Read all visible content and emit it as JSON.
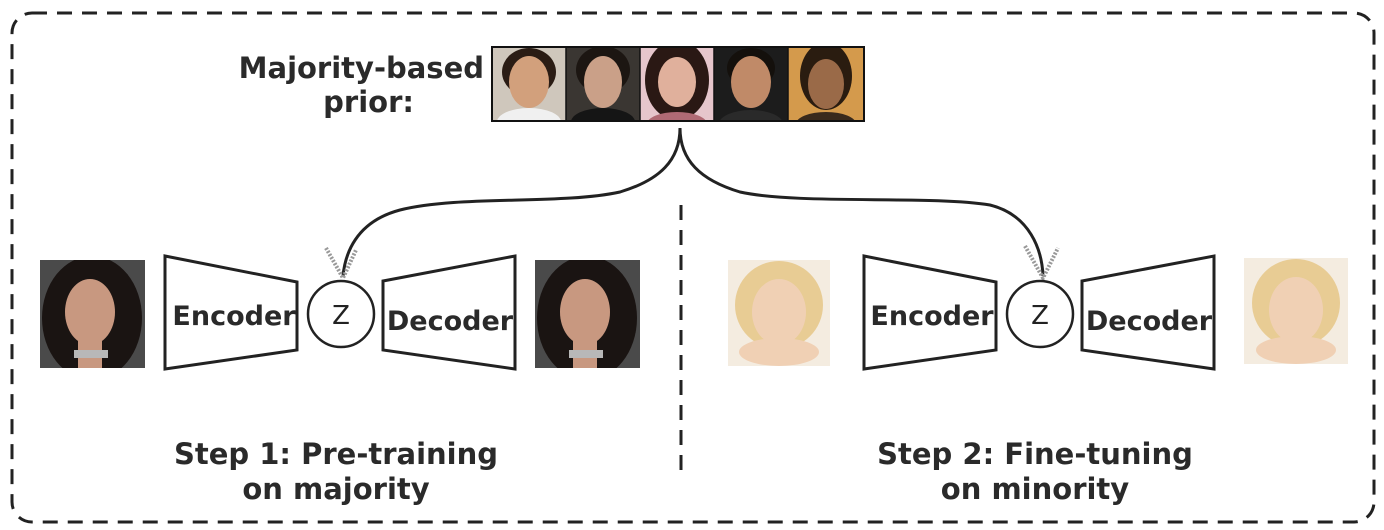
{
  "prior": {
    "label_line1": "Majority-based",
    "label_line2": "prior:",
    "faces": [
      {
        "skin": "#d2a07c",
        "hair": "#2a1c14",
        "bg": "#cfc7bc",
        "clothes": "#f0f0f0"
      },
      {
        "skin": "#caa088",
        "hair": "#1c1612",
        "bg": "#3a3632",
        "clothes": "#151515"
      },
      {
        "skin": "#e0b09c",
        "hair": "#2a1814",
        "bg": "#e6c6cc",
        "clothes": "#b06a74"
      },
      {
        "skin": "#c08a68",
        "hair": "#14100c",
        "bg": "#1c1c1c",
        "clothes": "#2a2a2a"
      },
      {
        "skin": "#9a6a48",
        "hair": "#2a1c10",
        "bg": "#d49a4c",
        "clothes": "#3a2a1c"
      }
    ]
  },
  "step1": {
    "encoder_label": "Encoder",
    "latent_label": "Z",
    "decoder_label": "Decoder",
    "title_line1": "Step 1: Pre-training",
    "title_line2": "on majority",
    "face": {
      "skin": "#c89880",
      "hair": "#1a1412",
      "bg": "#4a4a4a"
    }
  },
  "step2": {
    "encoder_label": "Encoder",
    "latent_label": "Z",
    "decoder_label": "Decoder",
    "title_line1": "Step 2: Fine-tuning",
    "title_line2": "on minority",
    "face": {
      "skin": "#f0d0b4",
      "hair": "#e8cc94",
      "bg": "#f4ece0"
    }
  },
  "colors": {
    "stroke": "#222222",
    "text": "#2a2a2a"
  }
}
